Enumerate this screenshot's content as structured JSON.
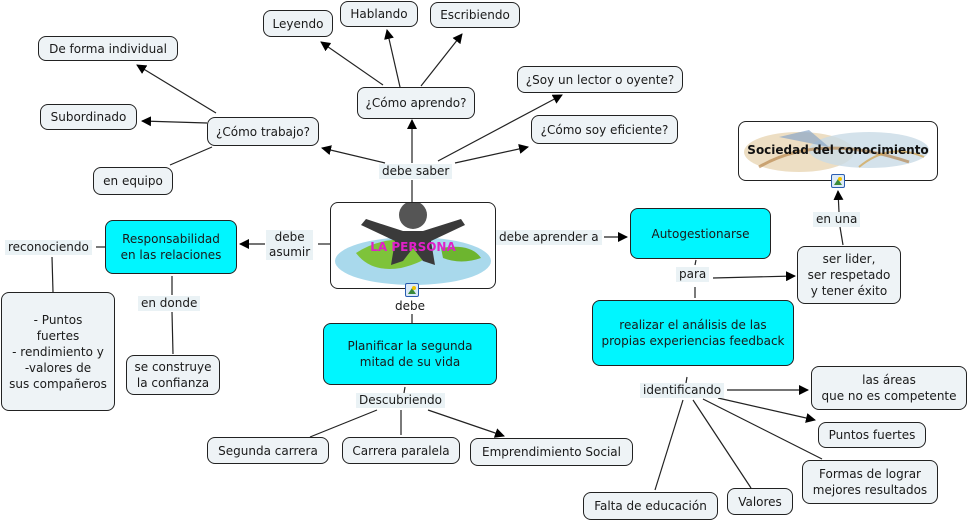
{
  "concept_map": {
    "central": {
      "title": "LA PERSONA",
      "image_icon": "image-icon"
    },
    "sociedad": {
      "title": "Sociedad del conocimiento",
      "image_icon": "image-icon"
    },
    "nodes": {
      "leyendo": "Leyendo",
      "hablando": "Hablando",
      "escribiendo": "Escribiendo",
      "de_forma_individual": "De forma individual",
      "subordinado": "Subordinado",
      "como_trabajo": "¿Cómo trabajo?",
      "en_equipo": "en equipo",
      "como_aprendo": "¿Cómo aprendo?",
      "soy_lector": "¿Soy un lector o oyente?",
      "como_soy_eficiente": "¿Cómo soy eficiente?",
      "responsabilidad": "Responsabilidad\nen las relaciones",
      "puntos_fuertes_list": "- Puntos\nfuertes\n- rendimiento y\n-valores de\nsus compañeros",
      "se_construye": "se construye\nla confianza",
      "planificar": "Planificar la segunda\nmitad de su vida",
      "segunda_carrera": "Segunda carrera",
      "carrera_paralela": "Carrera paralela",
      "emprendimiento": "Emprendimiento Social",
      "autogestionarse": "Autogestionarse",
      "ser_lider": "ser lider,\nser respetado\ny tener éxito",
      "realizar_analisis": "realizar el análisis de las\npropias experiencias feedback",
      "areas": "las áreas\nque no es competente",
      "puntos_fuertes": "Puntos fuertes",
      "formas": "Formas de lograr\nmejores resultados",
      "falta_educacion": "Falta de educación",
      "valores": "Valores"
    },
    "links": {
      "debe_saber": "debe saber",
      "debe_asumir": "debe\nasumir",
      "debe_aprender_a": "debe aprender a",
      "debe": "debe",
      "reconociendo": "reconociendo",
      "en_donde": "en donde",
      "descubriendo": "Descubriendo",
      "para": "para",
      "en_una": "en una",
      "identificando": "identificando"
    },
    "colors": {
      "highlight_node": "#00f6ff",
      "default_node": "#eef3f6",
      "link_label_bg": "#eaf2f5",
      "central_title": "#e020c8"
    }
  }
}
